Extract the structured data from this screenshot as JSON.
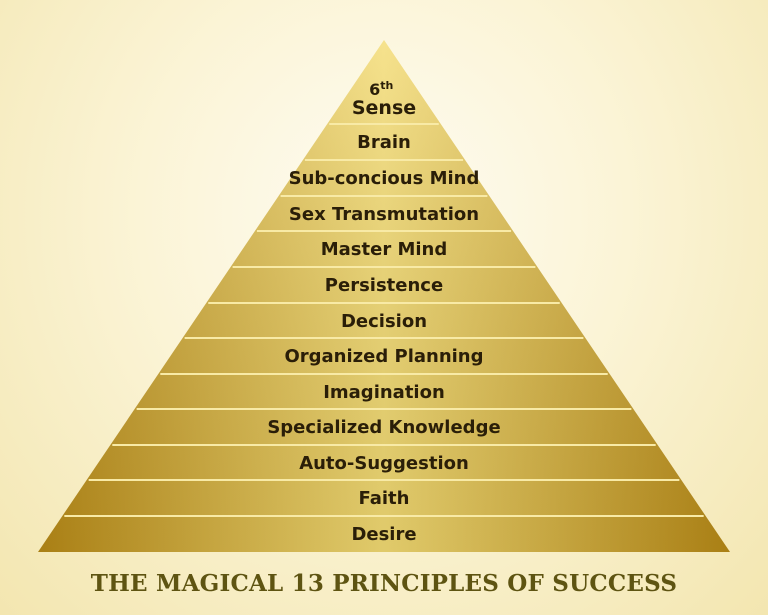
{
  "pyramid": {
    "apex": {
      "line1": "6",
      "sup": "th",
      "line2": "Sense"
    },
    "levels": [
      "Brain",
      "Sub-concious Mind",
      "Sex Transmutation",
      "Master Mind",
      "Persistence",
      "Decision",
      "Organized Planning",
      "Imagination",
      "Specialized Knowledge",
      "Auto-Suggestion",
      "Faith",
      "Desire"
    ]
  },
  "caption": "THE MAGICAL 13 PRINCIPLES OF SUCCESS",
  "colors": {
    "gold_light": "#f4dc74",
    "gold_mid": "#dcb330",
    "gold_dark": "#b88a16",
    "divider": "#f8eaa6",
    "text": "#2a1e08",
    "caption": "#5e5412"
  }
}
